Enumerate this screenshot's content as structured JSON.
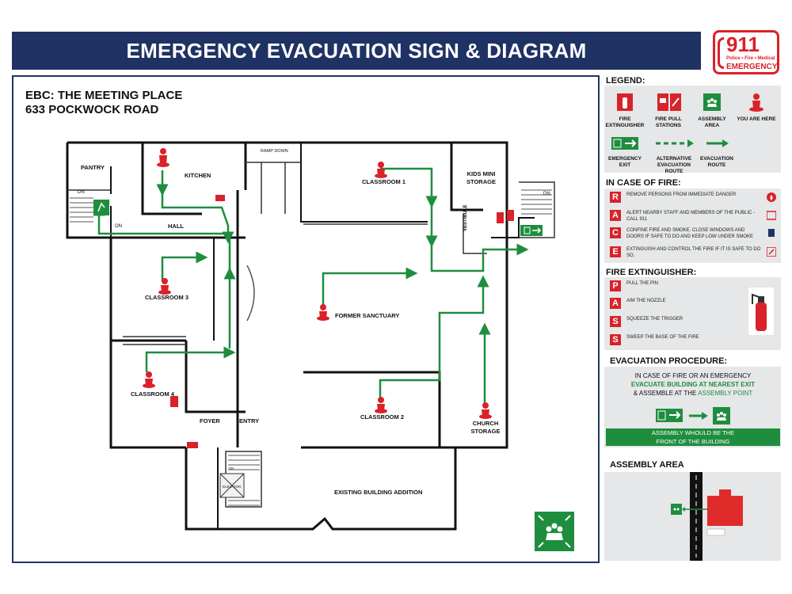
{
  "header": {
    "title": "EMERGENCY EVACUATION SIGN & DIAGRAM"
  },
  "badge": {
    "number": "911",
    "services": "Police • Fire • Medical",
    "word": "EMERGENCY"
  },
  "building": {
    "name": "EBC: THE MEETING PLACE",
    "address": "633 POCKWOCK ROAD"
  },
  "rooms": {
    "pantry": "PANTRY",
    "kitchen": "KITCHEN",
    "hall": "HALL",
    "classroom1": "CLASSROOM 1",
    "kids_mini_storage": "KIDS MINI STORAGE",
    "classroom3": "CLASSROOM 3",
    "former_sanctuary": "FORMER SANCTUARY",
    "classroom4": "CLASSROOM 4",
    "classroom2": "CLASSROOM 2",
    "church_storage": "CHURCH STORAGE",
    "foyer": "FOYER",
    "entry": "ENTRY",
    "vestibule": "VESTIBULE",
    "ramp_down": "RAMP DOWN",
    "elevator": "ELEVATOR",
    "existing_building_addition": "EXISTING BUILDING ADDITION",
    "dn": "DN",
    "on": "ON"
  },
  "legend": {
    "title": "LEGEND:",
    "items": [
      {
        "icon": "fire-extinguisher-icon",
        "label": "FIRE EXTINGUISHER"
      },
      {
        "icon": "fire-pull-station-icon",
        "label": "FIRE PULL STATIONS"
      },
      {
        "icon": "assembly-area-icon",
        "label": "ASSEMBLY AREA"
      },
      {
        "icon": "you-are-here-icon",
        "label": "YOU ARE HERE"
      },
      {
        "icon": "emergency-exit-icon",
        "label": "EMERGENCY EXIT"
      },
      {
        "icon": "alternative-route-icon",
        "label": "ALTERNATIVE EVACUATION ROUTE"
      },
      {
        "icon": "evacuation-route-icon",
        "label": "EVACUATION ROUTE"
      }
    ]
  },
  "fire_case": {
    "title": "IN CASE OF FIRE:",
    "steps": [
      {
        "letter": "R",
        "text": "REMOVE PERSONS FROM IMMEDIATE DANGER",
        "icon": "flame-icon"
      },
      {
        "letter": "A",
        "text": "ALERT NEARBY STAFF AND MEMBERS OF THE PUBLIC - CALL 911",
        "icon": "call-911-icon"
      },
      {
        "letter": "C",
        "text": "CONFINE FIRE AND SMOKE. CLOSE WINDOWS AND DOORS IF SAFE TO DO AND KEEP LOW UNDER SMOKE",
        "icon": "confine-icon"
      },
      {
        "letter": "E",
        "text": "EXTINGUISH AND CONTROL THE FIRE IF IT IS SAFE TO DO SO.",
        "icon": "extinguish-icon"
      }
    ]
  },
  "extinguisher": {
    "title": "FIRE EXTINGUISHER:",
    "steps": [
      {
        "letter": "P",
        "text": "PULL THE PIN"
      },
      {
        "letter": "A",
        "text": "AIM THE NOZZLE"
      },
      {
        "letter": "S",
        "text": "SQUEEZE THE TRIGGER"
      },
      {
        "letter": "S",
        "text": "SWEEP THE BASE OF THE FIRE"
      }
    ]
  },
  "procedure": {
    "title": "EVACUATION PROCEDURE:",
    "line1": "IN CASE OF FIRE OR AN EMERGENCY",
    "line2": "EVACUATE BUILDING AT NEAREST EXIT",
    "line3a": "& ASSEMBLE AT THE ",
    "line3b": "ASSEMBLY POINT",
    "bar_line1": "ASSEMBLY WHOULD BE THE",
    "bar_line2": "FRONT OF THE BUILDING"
  },
  "assembly_area": {
    "title": "ASSEMBLY AREA"
  },
  "colors": {
    "navy": "#1f3264",
    "red": "#d9222a",
    "green": "#1e8e3e",
    "grey": "#e6e7e8"
  }
}
